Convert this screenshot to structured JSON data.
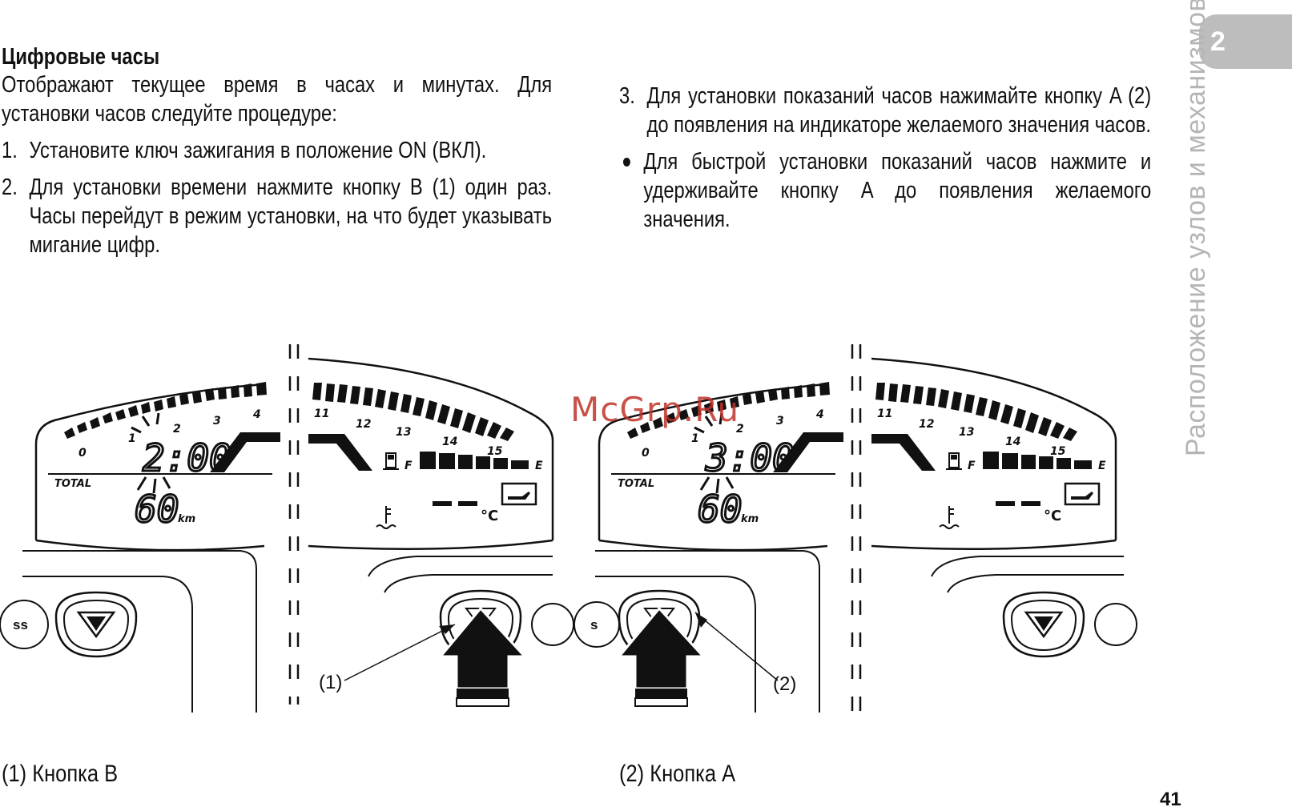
{
  "heading": "Цифровые часы",
  "intro": "Отображают текущее время в часах и минутах. Для установки часов следуйте процедуре:",
  "steps": [
    {
      "num": "1.",
      "text": "Установите ключ зажигания в положение ON (ВКЛ)."
    },
    {
      "num": "2.",
      "text": "Для установки времени нажмите кнопку B (1) один раз. Часы перейдут в режим установки, на что будет указывать мигание цифр."
    },
    {
      "num": "3.",
      "text": "Для установки показаний часов нажимайте кнопку A (2) до появления на индикаторе желаемого значения часов."
    }
  ],
  "bullet": "Для быстрой установки показаний часов нажмите и удерживайте кнопку A до появления желаемого значения.",
  "tab_number": "2",
  "side_label": "Расположение узлов и механизмов",
  "watermark": "McGrp.Ru",
  "page_number": "41",
  "captions": {
    "left": "(1) Кнопка B",
    "right": "(2) Кнопка A"
  },
  "figure": {
    "left_display": {
      "clock": "2:00",
      "odometer": "60",
      "odometer_unit": "km",
      "total_label": "TOTAL",
      "rpm_ticks": [
        "0",
        "1",
        "2",
        "3",
        "4"
      ],
      "rpm_ticks_right": [
        "11",
        "12",
        "13",
        "14",
        "15"
      ],
      "fuel_full": "F",
      "fuel_empty": "E",
      "temp_unit": "°C",
      "callout": "(1)"
    },
    "right_display": {
      "clock": "3:00",
      "odometer": "60",
      "odometer_unit": "km",
      "total_label": "TOTAL",
      "rpm_ticks": [
        "0",
        "1",
        "2",
        "3",
        "4"
      ],
      "rpm_ticks_right": [
        "11",
        "12",
        "13",
        "14",
        "15"
      ],
      "fuel_full": "F",
      "fuel_empty": "E",
      "temp_unit": "°C",
      "callout": "(2)"
    },
    "left_button_text": "ss",
    "right_button_text": "s"
  }
}
